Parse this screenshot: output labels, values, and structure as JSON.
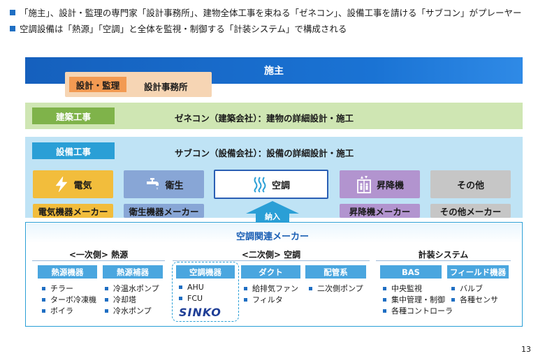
{
  "bullets": [
    "「施主」、設計・監理の専門家「設計事務所」、建物全体工事を束ねる「ゼネコン」、設備工事を請ける「サブコン」がプレーヤー",
    "空調設備は「熱源」「空調」と全体を監視・制御する「計装システム」で構成される"
  ],
  "owner": "施主",
  "design": {
    "label": "設計・監理",
    "text": "設計事務所"
  },
  "construction": {
    "label": "建築工事",
    "text": "ゼネコン（建築会社）：建物の詳細設計・施工"
  },
  "equipment": {
    "label": "設備工事",
    "text": "サブコン（設備会社）：設備の詳細設計・施工"
  },
  "tiles": {
    "electric": "電気",
    "sanitary": "衛生",
    "hvac": "空調",
    "elevator": "昇降機",
    "other": "その他"
  },
  "makers": {
    "electric": "電気機器メーカー",
    "sanitary": "衛生機器メーカー",
    "elevator": "昇降機メーカー",
    "other": "その他メーカー"
  },
  "delivery": "納入",
  "hvac_makers": {
    "title": "空調関連メーカー",
    "primary": {
      "title": "<一次側> 熱源",
      "groups": [
        {
          "label": "熱源機器",
          "items": [
            "チラー",
            "ターボ冷凍機",
            "ボイラ"
          ]
        },
        {
          "label": "熱源補器",
          "items": [
            "冷温水ポンプ",
            "冷却塔",
            "冷水ポンプ"
          ]
        }
      ]
    },
    "secondary": {
      "title": "<二次側> 空調",
      "groups": [
        {
          "label": "空調機器",
          "items": [
            "AHU",
            "FCU"
          ]
        },
        {
          "label": "ダクト",
          "items": [
            "給排気ファン",
            "フィルタ"
          ]
        },
        {
          "label": "配管系",
          "items": [
            "二次側ポンプ"
          ]
        }
      ]
    },
    "instrument": {
      "title": "計装システム",
      "groups": [
        {
          "label": "BAS",
          "items": [
            "中央監視",
            "集中管理・制御",
            "各種コントローラ"
          ]
        },
        {
          "label": "フィールド機器",
          "items": [
            "バルブ",
            "各種センサ"
          ]
        }
      ]
    },
    "brand": "SINKO"
  },
  "page_number": "13",
  "colors": {
    "accent_blue": "#1a73d4",
    "electric_tile": "#f2bd3c",
    "sanitary_tile": "#88a6d6",
    "elevator_tile": "#b294cf",
    "other_tile": "#c6c6c6",
    "brand_navy": "#1f3e96"
  }
}
